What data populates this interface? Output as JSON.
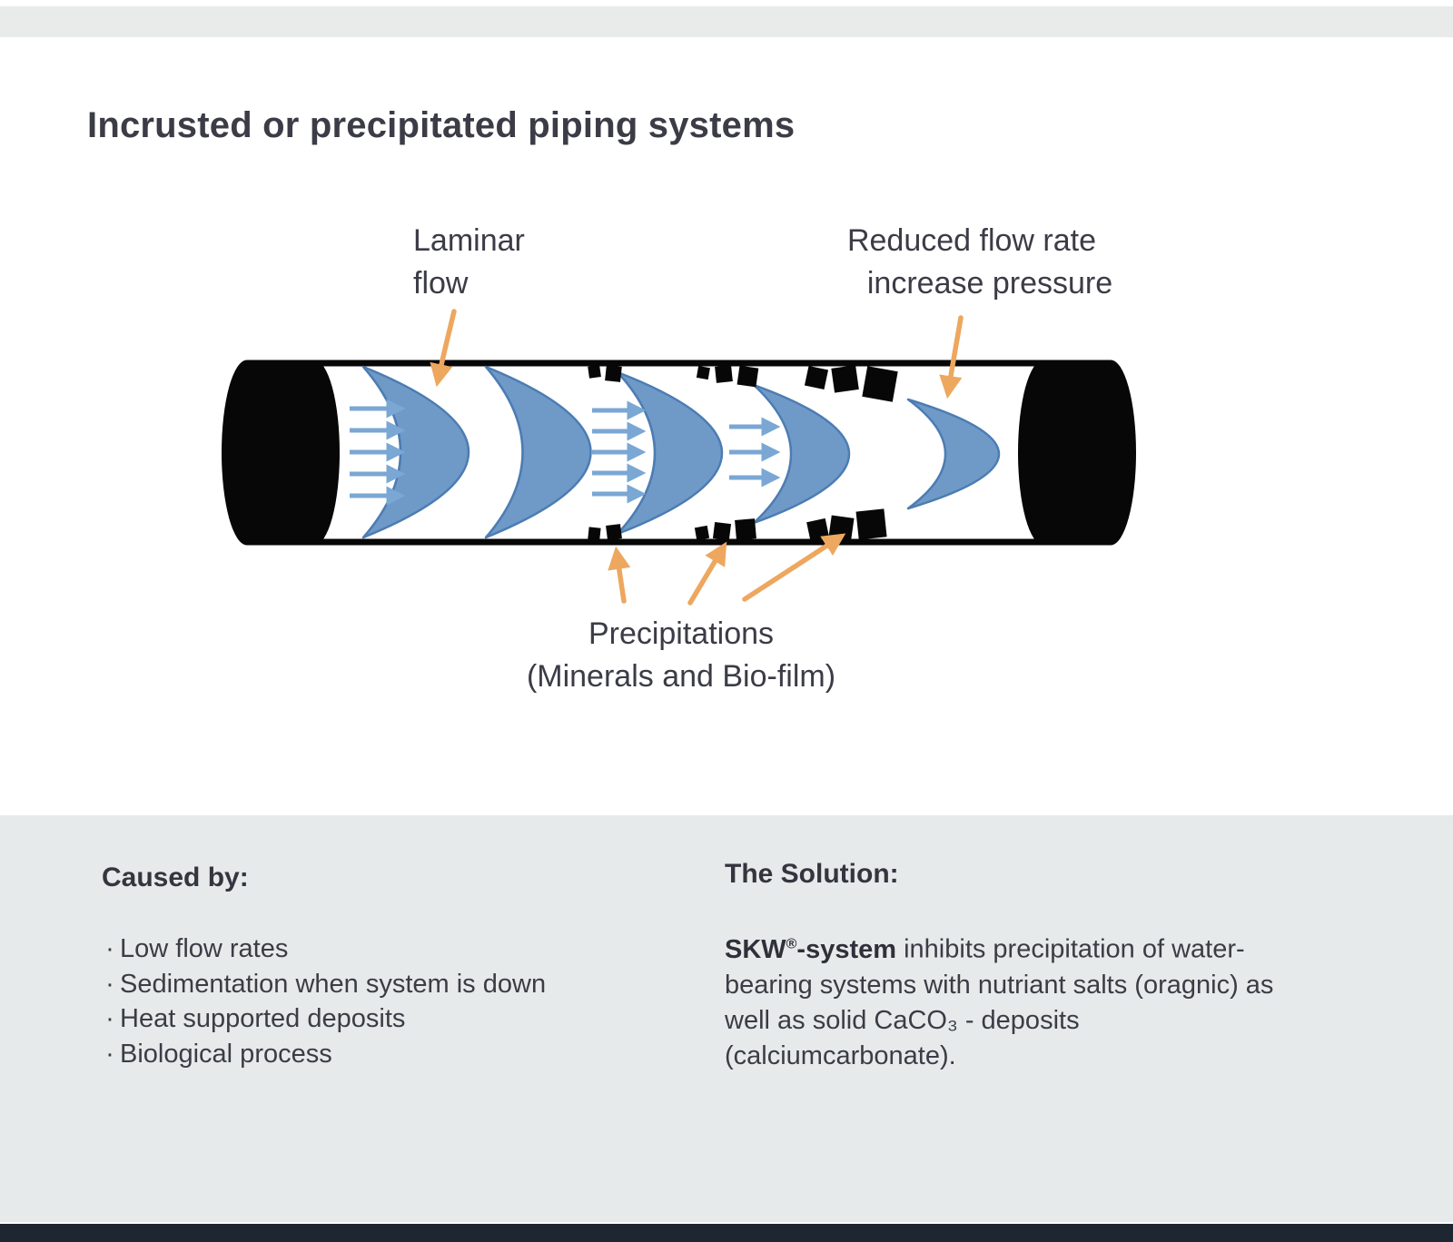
{
  "title": "Incrusted or precipitated piping systems",
  "bullet": "·",
  "diagram": {
    "laminar_label": {
      "line1": "Laminar",
      "line2": "flow"
    },
    "reduced_label": {
      "line1": "Reduced flow rate",
      "line2": "increase pressure"
    },
    "precipitations_label": {
      "line1": "Precipitations",
      "line2": "(Minerals and Bio-film)"
    }
  },
  "caused_by": {
    "heading": "Caused by:",
    "items": [
      "Low flow rates",
      "Sedimentation when system is down",
      "Heat supported deposits",
      "Biological process"
    ]
  },
  "solution": {
    "heading": "The Solution:",
    "product": "SKW",
    "reg": "®",
    "product_suffix": "-system",
    "text": " inhibits precipitation of water-bearing systems with nutriant salts (oragnic) as well as solid CaCO₃ - deposits (calciumcarbonate)."
  },
  "colors": {
    "orange_arrow": "#eda75f",
    "flow_profile_blue": "#6f9ac7",
    "flow_profile_outline": "#4c7cb3",
    "flow_arrow_blue": "#7aa7d4",
    "pipe_black": "#070707",
    "text_dark": "#3b3c46",
    "panel_gray": "#e7eaea",
    "top_strip_gray": "#e9ebeb",
    "footer_dark": "#1e2631"
  }
}
